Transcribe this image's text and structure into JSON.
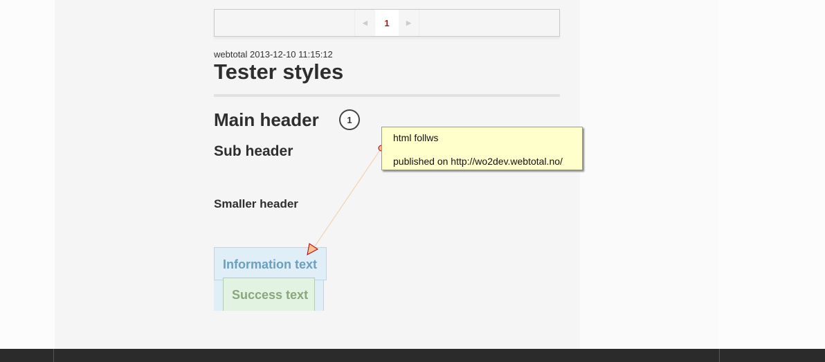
{
  "pagination": {
    "prev_label": "◀",
    "current_page": "1",
    "next_label": "▶"
  },
  "post": {
    "meta": "webtotal 2013-12-10 11:15:12",
    "title": "Tester styles"
  },
  "content": {
    "main_header": "Main header",
    "sub_header": "Sub header",
    "smaller_header": "Smaller header",
    "info_text": "Information text",
    "success_text": "Success text"
  },
  "annotation": {
    "marker_number": "1",
    "note_lines": [
      "html follws",
      "published on http://wo2dev.webtotal.no/"
    ]
  }
}
